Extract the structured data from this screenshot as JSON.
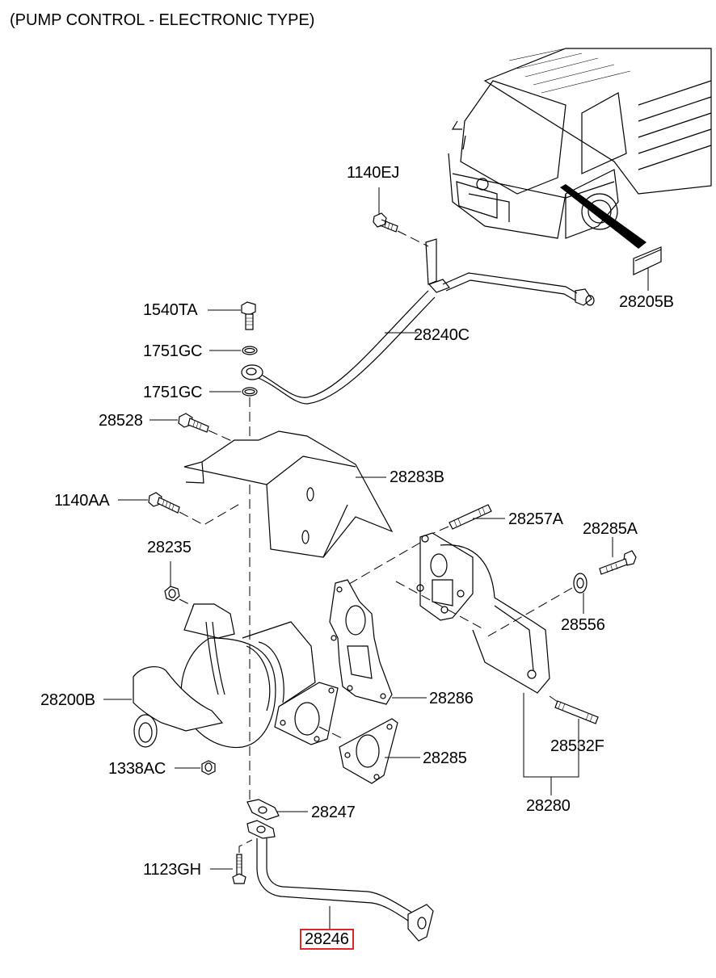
{
  "title": "(PUMP CONTROL - ELECTRONIC TYPE)",
  "highlight_color": "#e0262c",
  "parts": [
    {
      "id": "1140EJ",
      "desc": "bolt"
    },
    {
      "id": "28205B",
      "desc": "label"
    },
    {
      "id": "1540TA",
      "desc": "eye bolt"
    },
    {
      "id": "28240C",
      "desc": "oil feed pipe"
    },
    {
      "id": "1751GC",
      "desc": "gasket upper"
    },
    {
      "id": "1751GC",
      "desc": "gasket lower"
    },
    {
      "id": "28528",
      "desc": "bolt"
    },
    {
      "id": "28283B",
      "desc": "heat protector"
    },
    {
      "id": "1140AA",
      "desc": "bolt"
    },
    {
      "id": "28257A",
      "desc": "stud"
    },
    {
      "id": "28285A",
      "desc": "bolt"
    },
    {
      "id": "28235",
      "desc": "nut"
    },
    {
      "id": "28556",
      "desc": "washer"
    },
    {
      "id": "28200B",
      "desc": "turbocharger"
    },
    {
      "id": "28286",
      "desc": "gasket"
    },
    {
      "id": "28532F",
      "desc": "stud"
    },
    {
      "id": "28285",
      "desc": "gasket"
    },
    {
      "id": "1338AC",
      "desc": "nut"
    },
    {
      "id": "28280",
      "desc": "exhaust manifold"
    },
    {
      "id": "28247",
      "desc": "gasket"
    },
    {
      "id": "1123GH",
      "desc": "bolt"
    },
    {
      "id": "28246",
      "desc": "oil drain pipe",
      "highlighted": true
    }
  ]
}
